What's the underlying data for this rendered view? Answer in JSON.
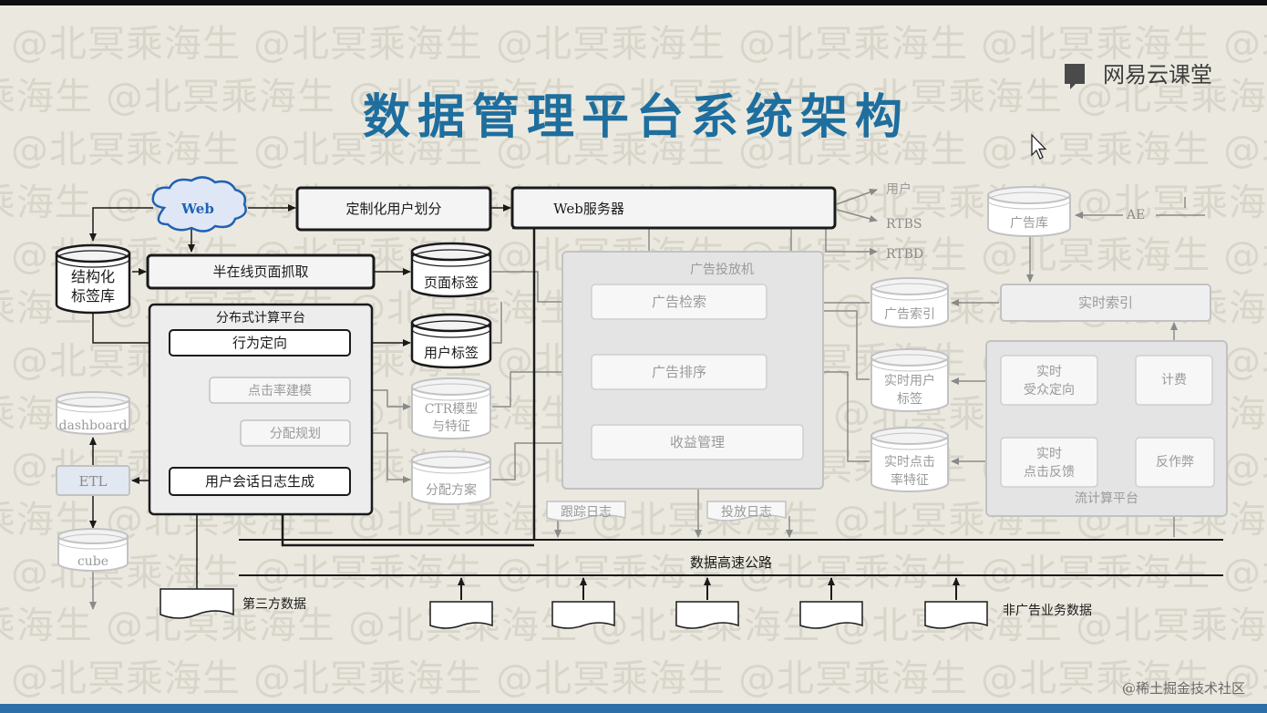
{
  "title": "数据管理平台系统架构",
  "brand": "网易云课堂",
  "footer_credit": "@稀土掘金技术社区",
  "watermark_text": "@北冥乘海生",
  "nodes": {
    "web": "Web",
    "custom_user_segment": "定制化用户划分",
    "web_server": "Web服务器",
    "structured_tag_db": "结构化\n标签库",
    "semi_online_crawl": "半在线页面抓取",
    "page_tags": "页面标签",
    "user_tags": "用户标签",
    "distributed_platform": "分布式计算平台",
    "behavior_targeting": "行为定向",
    "ctr_modeling": "点击率建模",
    "allocation_planning": "分配规划",
    "session_log_gen": "用户会话日志生成",
    "ctr_model_features": "CTR模型\n与特征",
    "allocation_plan": "分配方案",
    "dashboard": "dashboard",
    "etl": "ETL",
    "cube": "cube",
    "ad_server": "广告投放机",
    "ad_retrieval": "广告检索",
    "ad_ranking": "广告排序",
    "revenue_mgmt": "收益管理",
    "tracking_log": "跟踪日志",
    "delivery_log": "投放日志",
    "user": "用户",
    "rtbs": "RTBS",
    "rtbd": "RTBD",
    "ad_db": "广告库",
    "ae": "AE",
    "ad_index": "广告索引",
    "realtime_index": "实时索引",
    "realtime_user_tags": "实时用户\n标签",
    "realtime_ctr_features": "实时点击\n率特征",
    "realtime_audience": "实时\n受众定向",
    "billing": "计费",
    "realtime_click_feedback": "实时\n点击反馈",
    "anti_fraud": "反作弊",
    "stream_platform": "流计算平台",
    "data_highway": "数据高速公路",
    "third_party_data": "第三方数据",
    "non_ad_business_data": "非广告业务数据"
  },
  "colors": {
    "title": "#1e6e9e",
    "box_stroke": "#1a1a1a",
    "faded_stroke": "#c2c2c2",
    "faded_text": "#9a9a9a",
    "web_cloud": "#1f62b4"
  }
}
